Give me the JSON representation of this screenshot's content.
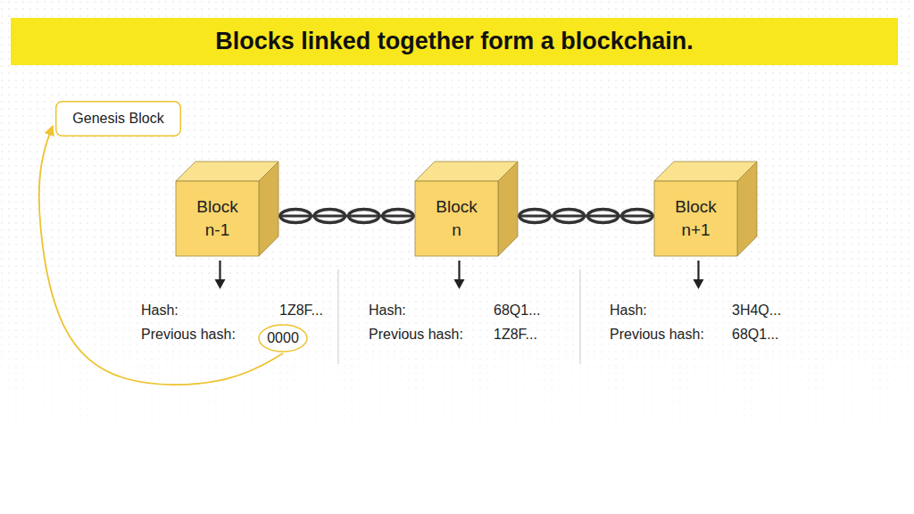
{
  "diagram": {
    "title": "Blocks linked together form a blockchain.",
    "nodes": [
      {
        "text": [
          "Genesis Block"
        ]
      },
      {
        "text": [
          "Block n-1"
        ]
      },
      {
        "text": [
          "Block n"
        ]
      },
      {
        "text": [
          "Block n+1"
        ]
      },
      {
        "text": [
          "0000"
        ]
      }
    ],
    "edges": [
      {
        "from": 1,
        "to": 2,
        "arrow": "none"
      },
      {
        "from": 2,
        "to": 3,
        "arrow": "none"
      },
      {
        "from": 4,
        "to": 0,
        "arrow": "to"
      }
    ],
    "labels": [
      "Hash:",
      "1Z8F...",
      "Previous hash:",
      "Hash:",
      "68Q1...",
      "Previous hash:",
      "1Z8F...",
      "Hash:",
      "3H4Q...",
      "Previous hash:",
      "68Q1..."
    ]
  }
}
